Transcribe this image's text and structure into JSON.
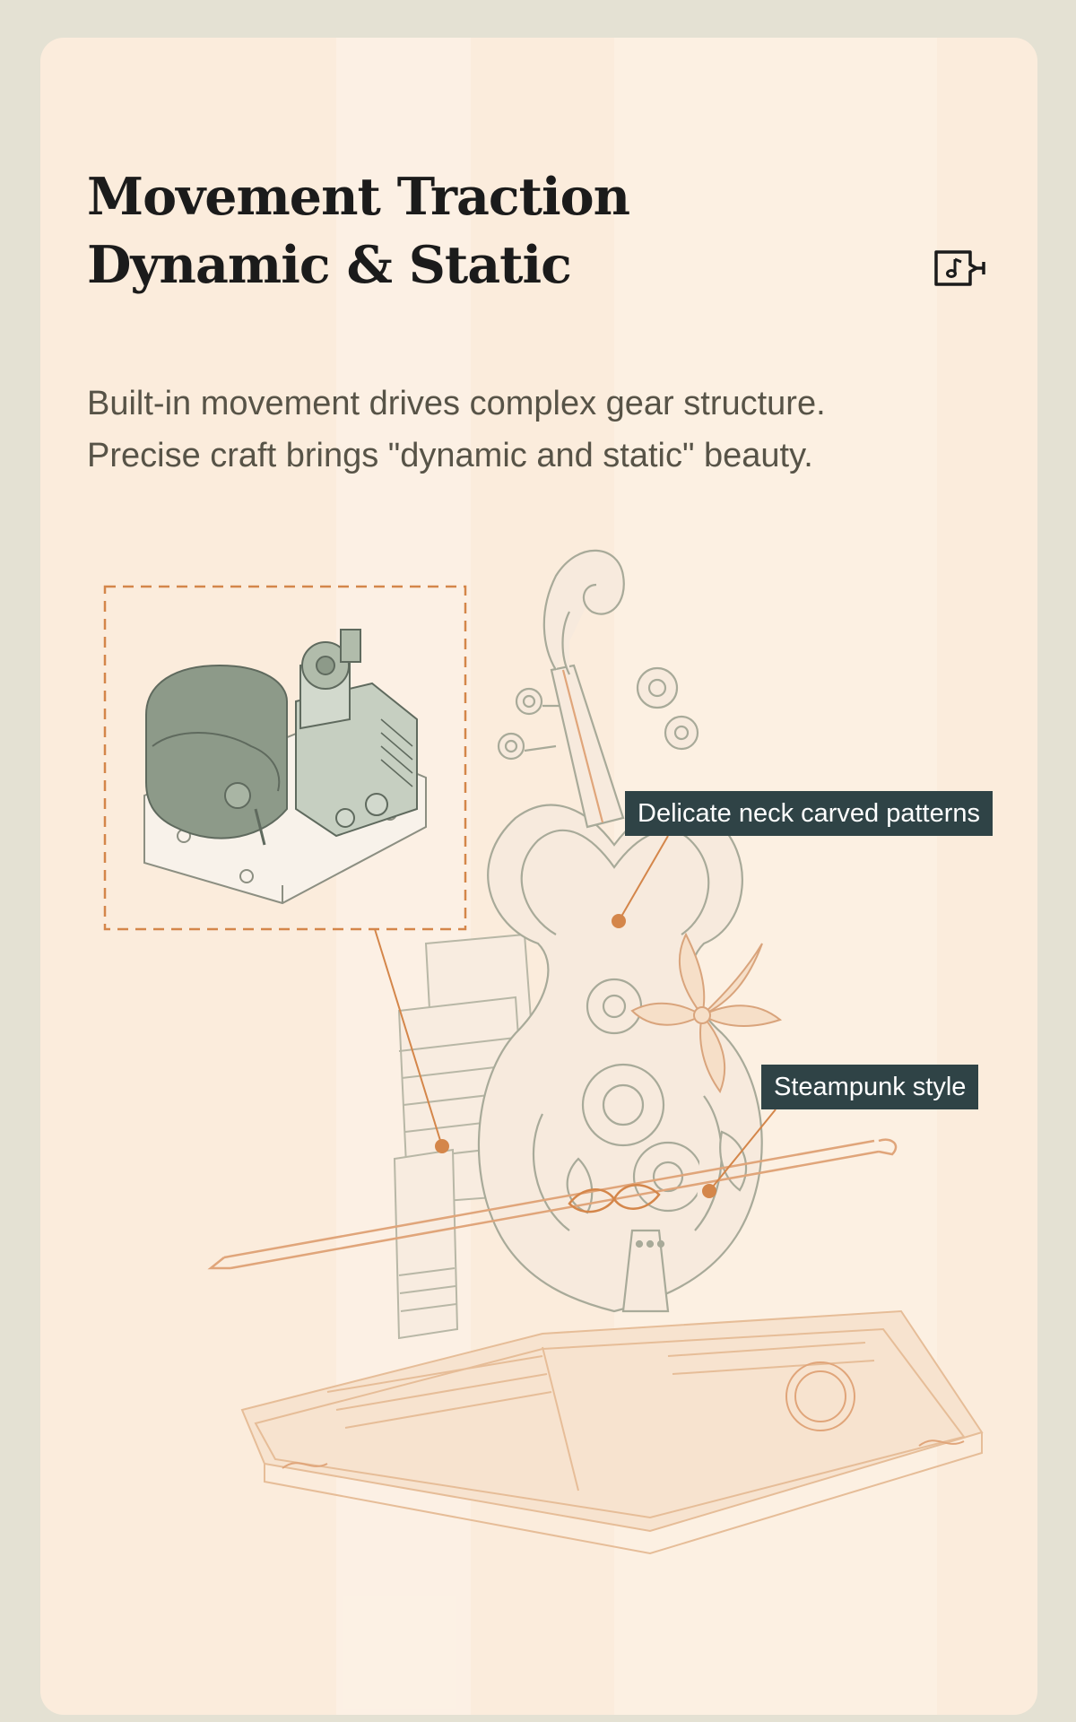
{
  "header": {
    "title_line1": "Movement Traction",
    "title_line2": "Dynamic & Static",
    "icon": "music-note-tag-icon"
  },
  "description": {
    "line1": "Built-in movement drives complex gear structure.",
    "line2": "Precise craft brings \"dynamic and static\" beauty."
  },
  "callouts": {
    "neck": "Delicate neck carved patterns",
    "steampunk": "Steampunk style"
  },
  "colors": {
    "background": "#e4e1d3",
    "card": "#fbecdc",
    "accent": "#d4864a",
    "label_bg": "#2f4346",
    "title": "#1b1b1b",
    "movement_gray": "#8b9a88"
  }
}
